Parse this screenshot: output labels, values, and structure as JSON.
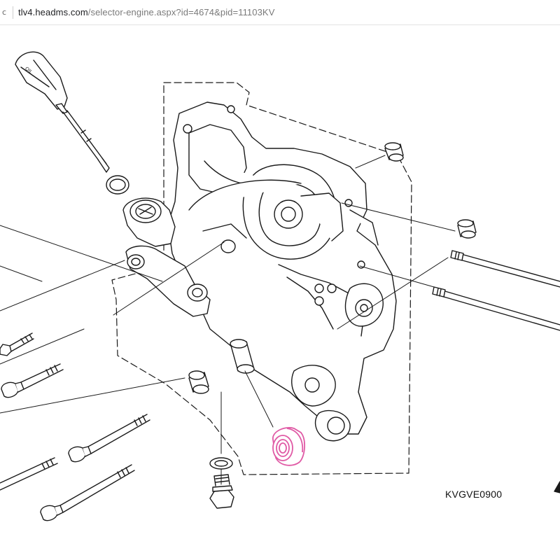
{
  "browser": {
    "reload_glyph": "c",
    "url_host": "tlv4.headms.com",
    "url_path": "/selector-engine.aspx?id=4674&pid=11103KV"
  },
  "diagram": {
    "code": "KVGVE0900",
    "dipstick_text": "OIL",
    "highlight_color": "#e05aa5",
    "line_color": "#1a1a1a"
  }
}
